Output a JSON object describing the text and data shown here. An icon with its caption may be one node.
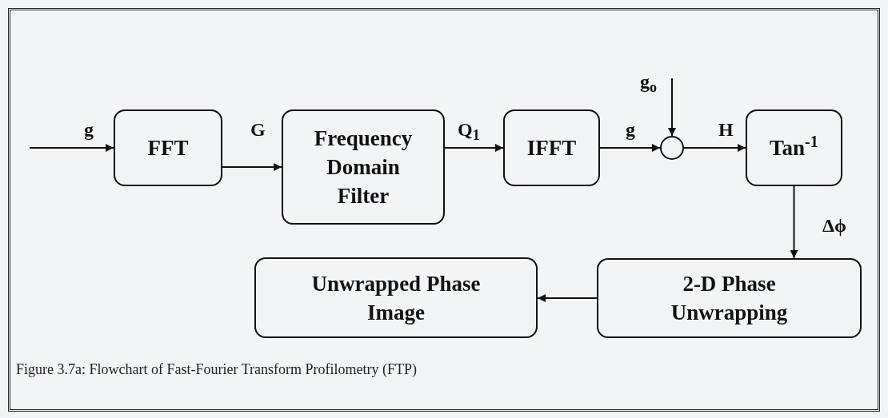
{
  "diagram": {
    "caption": "Figure 3.7a: Flowchart of Fast-Fourier Transform Profilometry (FTP)",
    "nodes": [
      {
        "text": [
          "FFT"
        ]
      },
      {
        "text": [
          "Frequency Domain Filter"
        ]
      },
      {
        "text": [
          "IFFT"
        ]
      },
      {
        "text": [],
        "shape": "circle"
      },
      {
        "text": [
          "Tan$^{-1}$"
        ]
      },
      {
        "text": [
          "2-D Phase Unwrapping"
        ]
      },
      {
        "text": [
          "Unwrapped Phase Image"
        ]
      }
    ],
    "edges": [
      {
        "from": null,
        "to": 0,
        "arrow": "to",
        "label": "g"
      },
      {
        "from": 0,
        "to": 1,
        "arrow": "to",
        "label": "G"
      },
      {
        "from": 1,
        "to": 2,
        "arrow": "to",
        "label": "Q$_{1}$"
      },
      {
        "from": 2,
        "to": 3,
        "arrow": "to",
        "label": "g"
      },
      {
        "from": null,
        "to": 3,
        "arrow": "to",
        "label": "g$_{o}$"
      },
      {
        "from": 3,
        "to": 4,
        "arrow": "to",
        "label": "H"
      },
      {
        "from": 4,
        "to": 5,
        "arrow": "to",
        "label": "Δϕ"
      },
      {
        "from": 5,
        "to": 6,
        "arrow": "to"
      }
    ]
  }
}
